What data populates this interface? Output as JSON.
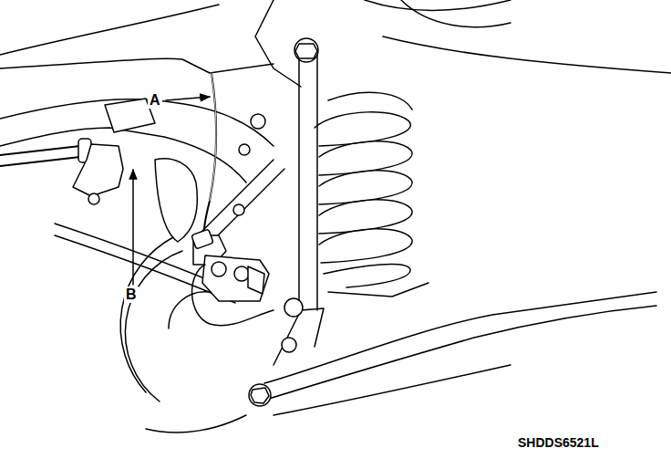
{
  "diagram": {
    "labels": [
      "A",
      "B",
      "SHDDS6521L"
    ]
  }
}
